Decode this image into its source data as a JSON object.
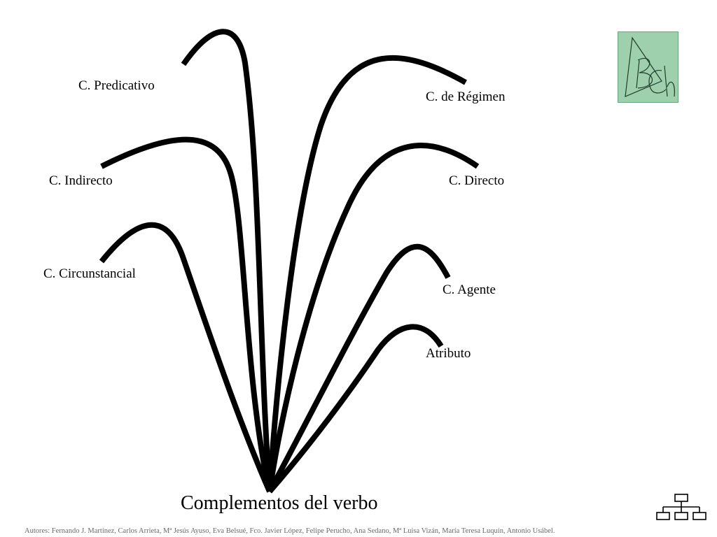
{
  "diagram": {
    "root": "Complementos del verbo",
    "branches": [
      {
        "id": "predicativo",
        "label": "C. Predicativo"
      },
      {
        "id": "indirecto",
        "label": "C. Indirecto"
      },
      {
        "id": "circunstancial",
        "label": "C. Circunstancial"
      },
      {
        "id": "regimen",
        "label": "C. de Régimen"
      },
      {
        "id": "directo",
        "label": "C. Directo"
      },
      {
        "id": "agente",
        "label": "C. Agente"
      },
      {
        "id": "atributo",
        "label": "Atributo"
      }
    ]
  },
  "footer": {
    "authors": "Autores: Fernando J. Martínez, Carlos Arrieta, Mª Jesús Ayuso, Eva Belsué, Fco. Javier López, Felipe Perucho, Ana Sedano, Mª Luisa Vizán, María Teresa Luquín, Antonio Usábel."
  },
  "logo": {
    "text": "BCh",
    "icon": "school-logo"
  },
  "nav": {
    "icon": "hierarchy-icon"
  },
  "colors": {
    "logo_bg": "#9fd0ae",
    "lines": "#000000"
  }
}
